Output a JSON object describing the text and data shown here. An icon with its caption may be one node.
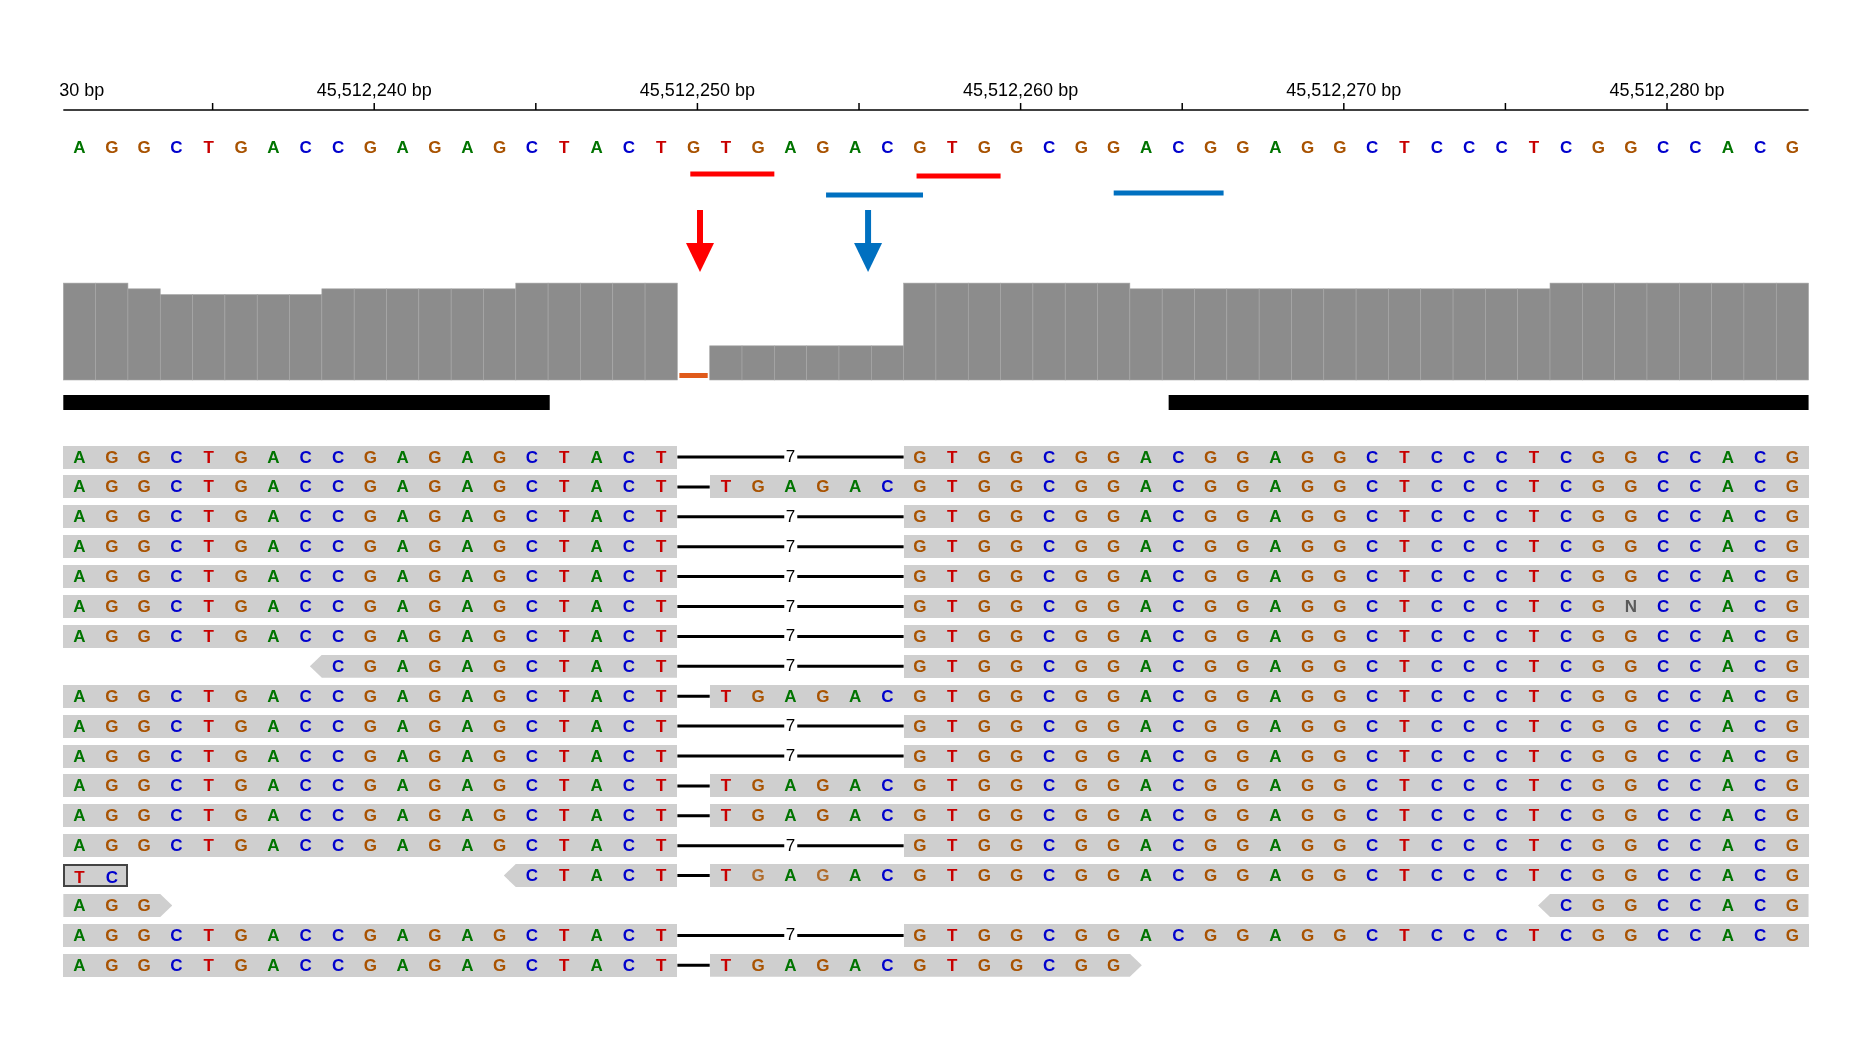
{
  "diagram": {
    "nodes": [
      {
        "text": [
          "A G G C T G A C C G A G A G C T A C T"
        ]
      },
      {
        "text": [
          "G T G G C G G A C G G A G G C T C C C T C G G C C A C G"
        ]
      },
      {
        "text": [
          "A G G C T G A C C G A G A G C T A C T"
        ]
      },
      {
        "text": [
          "T G A G A C G T G G C G G A C G G A G G C T C C C T C G G C C A C G"
        ]
      },
      {
        "text": [
          "A G G C T G A C C G A G A G C T A C T"
        ]
      },
      {
        "text": [
          "G T G G C G G A C G G A G G C T C C C T C G G C C A C G"
        ]
      },
      {
        "text": [
          "A G G C T G A C C G A G A G C T A C T"
        ]
      },
      {
        "text": [
          "G T G G C G G A C G G A G G C T C C C T C G G C C A C G"
        ]
      },
      {
        "text": [
          "A G G C T G A C C G A G A G C T A C T"
        ]
      },
      {
        "text": [
          "G T G G C G G A C G G A G G C T C C C T C G G C C A C G"
        ]
      },
      {
        "text": [
          "A G G C T G A C C G A G A G C T A C T"
        ]
      },
      {
        "text": [
          "G T G G C G G A C G G A G G C T C C C T C G N C C A C G"
        ]
      },
      {
        "text": [
          "A G G C T G A C C G A G A G C T A C T"
        ]
      },
      {
        "text": [
          "G T G G C G G A C G G A G G C T C C C T C G G C C A C G"
        ]
      },
      {
        "text": [
          "C G A G A G C T A C T"
        ]
      },
      {
        "text": [
          "G T G G C G G A C G G A G G C T C C C T C G G C C A C G"
        ]
      },
      {
        "text": [
          "A G G C T G A C C G A G A G C T A C T"
        ]
      },
      {
        "text": [
          "T G A G A C G T G G C G G A C G G A G G C T C C C T C G G C C A C G"
        ]
      },
      {
        "text": [
          "A G G C T G A C C G A G A G C T A C T"
        ]
      },
      {
        "text": [
          "G T G G C G G A C G G A G G C T C C C T C G G C C A C G"
        ]
      },
      {
        "text": [
          "A G G C T G A C C G A G A G C T A C T"
        ]
      },
      {
        "text": [
          "G T G G C G G A C G G A G G C T C C C T C G G C C A C G"
        ]
      },
      {
        "text": [
          "A G G C T G A C C G A G A G C T A C T"
        ]
      },
      {
        "text": [
          "T G A G A C G T G G C G G A C G G A G G C T C C C T C G G C C A C G"
        ]
      },
      {
        "text": [
          "A G G C T G A C C G A G A G C T A C T"
        ]
      },
      {
        "text": [
          "T G A G A C G T G G C G G A C G G A G G C T C C C T C G G C C A C G"
        ]
      },
      {
        "text": [
          "A G G C T G A C C G A G A G C T A C T"
        ]
      },
      {
        "text": [
          "G T G G C G G A C G G A G G C T C C C T C G G C C A C G"
        ]
      },
      {
        "text": [
          "T C"
        ]
      },
      {
        "text": [
          "C T A C T"
        ]
      },
      {
        "text": [
          "T G A G A C G T G G C G G A C G G A G G C T C C C T C G G C C A C G"
        ]
      },
      {
        "text": [
          "A G G"
        ]
      },
      {
        "text": [
          "C G G C C A C G"
        ]
      },
      {
        "text": [
          "A G G C T G A C C G A G A G C T A C T"
        ]
      },
      {
        "text": [
          "G T G G C G G A C G G A G G C T C C C T C G G C C A C G"
        ]
      },
      {
        "text": [
          "A G G C T G A C C G A G A G C T A C T"
        ]
      },
      {
        "text": [
          "T G A G A C G T G G C G G"
        ]
      }
    ],
    "edges": [
      {
        "from": 0,
        "to": 1,
        "arrow": "none",
        "label": "7"
      },
      {
        "from": 2,
        "to": 3,
        "arrow": "none"
      },
      {
        "from": 4,
        "to": 5,
        "arrow": "none",
        "label": "7"
      },
      {
        "from": 6,
        "to": 7,
        "arrow": "none",
        "label": "7"
      },
      {
        "from": 8,
        "to": 9,
        "arrow": "none",
        "label": "7"
      },
      {
        "from": 10,
        "to": 11,
        "arrow": "none",
        "label": "7"
      },
      {
        "from": 12,
        "to": 13,
        "arrow": "none",
        "label": "7"
      },
      {
        "from": 14,
        "to": 15,
        "arrow": "none",
        "label": "7"
      },
      {
        "from": 16,
        "to": 17,
        "arrow": "none"
      },
      {
        "from": 18,
        "to": 19,
        "arrow": "none",
        "label": "7"
      },
      {
        "from": 20,
        "to": 21,
        "arrow": "none",
        "label": "7"
      },
      {
        "from": 22,
        "to": 23,
        "arrow": "none"
      },
      {
        "from": 24,
        "to": 25,
        "arrow": "none"
      },
      {
        "from": 26,
        "to": 27,
        "arrow": "none",
        "label": "7"
      },
      {
        "from": 29,
        "to": 30,
        "arrow": "none"
      },
      {
        "from": 33,
        "to": 34,
        "arrow": "none",
        "label": "7"
      },
      {
        "from": 35,
        "to": 36,
        "arrow": "none"
      }
    ],
    "labels": [
      "30 bp",
      "45,512,240 bp",
      "45,512,250 bp",
      "45,512,260 bp",
      "45,512,270 bp",
      "45,512,280 bp",
      "A G G C T G A C C G A G A G C T A C T G T G A G A C G T G G C G G A C G G A G G C T C C C T C G G C C A C G"
    ]
  }
}
